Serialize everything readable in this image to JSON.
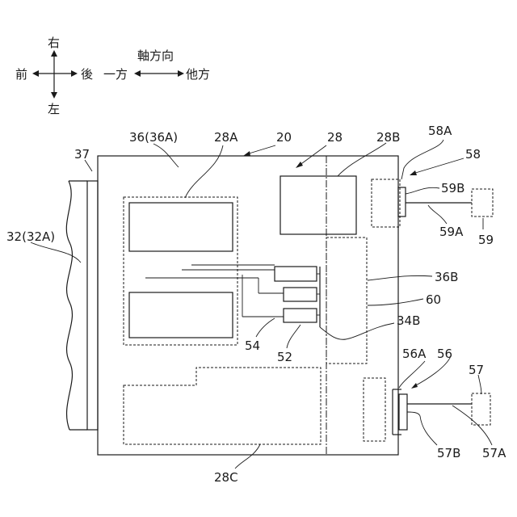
{
  "direction_legend": {
    "right": "右",
    "left": "左",
    "front": "前",
    "rear": "後",
    "axial_title": "軸方向",
    "axial_one": "一方",
    "axial_other": "他方"
  },
  "labels": {
    "l20": "20",
    "l28": "28",
    "l28A": "28A",
    "l28B": "28B",
    "l28C": "28C",
    "l36": "36(36A)",
    "l36B": "36B",
    "l37": "37",
    "l32": "32(32A)",
    "l58A": "58A",
    "l58": "58",
    "l59B": "59B",
    "l59A": "59A",
    "l59": "59",
    "l60": "60",
    "l34B": "34B",
    "l54": "54",
    "l52": "52",
    "l56A": "56A",
    "l56": "56",
    "l57": "57",
    "l57A": "57A",
    "l57B": "57B"
  }
}
